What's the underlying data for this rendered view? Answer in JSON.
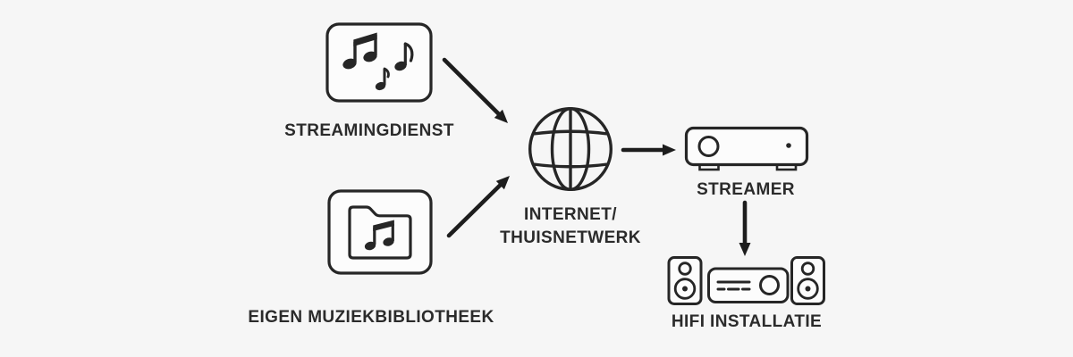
{
  "page": {
    "background_color": "#f6f6f6"
  },
  "colors": {
    "stroke": "#262626",
    "text": "#2b2b2b",
    "node_fill": "#fcfcfc"
  },
  "nodes": {
    "streamingdienst": {
      "label": "STREAMINGDIENST",
      "icon": "music-notes-icon"
    },
    "muziekbibliotheek": {
      "label": "EIGEN MUZIEKBIBLIOTHEEK",
      "icon": "music-folder-icon"
    },
    "internet": {
      "label_line1": "INTERNET/",
      "label_line2": "THUISNETWERK",
      "icon": "globe-icon"
    },
    "streamer": {
      "label": "STREAMER",
      "icon": "audio-streamer-icon"
    },
    "hifi": {
      "label": "HIFI INSTALLATIE",
      "icon": "hifi-system-icon"
    }
  },
  "connections": [
    {
      "from": "STREAMINGDIENST",
      "to": "INTERNET/THUISNETWERK",
      "direction": "down-right"
    },
    {
      "from": "EIGEN MUZIEKBIBLIOTHEEK",
      "to": "INTERNET/THUISNETWERK",
      "direction": "up-right"
    },
    {
      "from": "INTERNET/THUISNETWERK",
      "to": "STREAMER",
      "direction": "right"
    },
    {
      "from": "STREAMER",
      "to": "HIFI INSTALLATIE",
      "direction": "down"
    }
  ]
}
